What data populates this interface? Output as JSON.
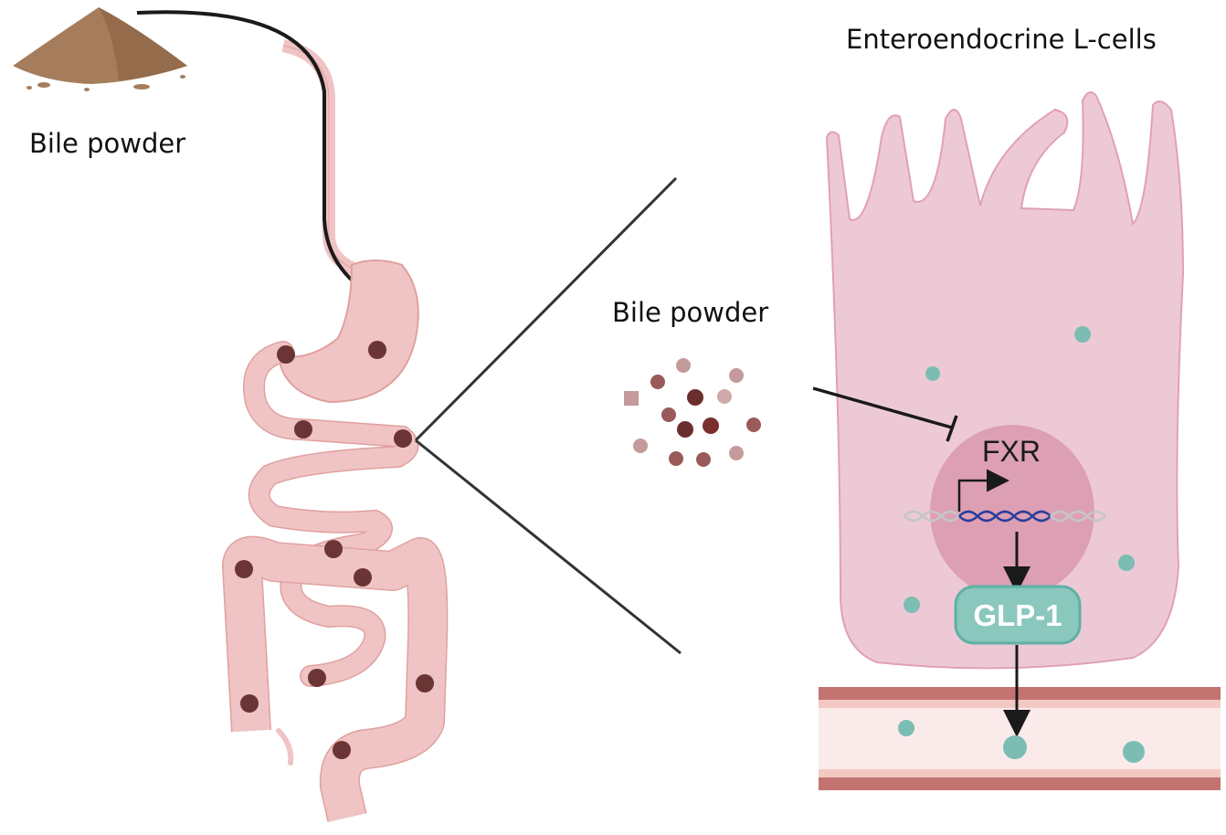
{
  "labels": {
    "bile_powder_source": "Bile powder",
    "bile_powder_particles": "Bile powder",
    "cell_type": "Enteroendocrine L-cells",
    "receptor": "FXR",
    "hormone": "GLP-1"
  },
  "colors": {
    "gut_fill": "#f0c4c4",
    "gut_stroke": "#e0a0a0",
    "bile_dot": "#6b3535",
    "cell_fill": "#edc9d6",
    "cell_stroke": "#e0a0b8",
    "nucleus_fill": "#dd9fb4",
    "glp1_fill": "#8ac7bd",
    "glp1_stroke": "#5fb0a5",
    "vessel_wall": "#c47470",
    "vessel_lumen": "#fbeaea",
    "powder_brown": "#a57d5c",
    "dna_blue": "#2b3d9c",
    "arrow": "#1a1a1a"
  },
  "relations": [
    {
      "from": "bile_powder",
      "to": "FXR",
      "type": "inhibition"
    },
    {
      "from": "FXR",
      "to": "GLP-1",
      "type": "activation"
    },
    {
      "from": "GLP-1",
      "to": "blood_vessel",
      "type": "secretion"
    }
  ]
}
